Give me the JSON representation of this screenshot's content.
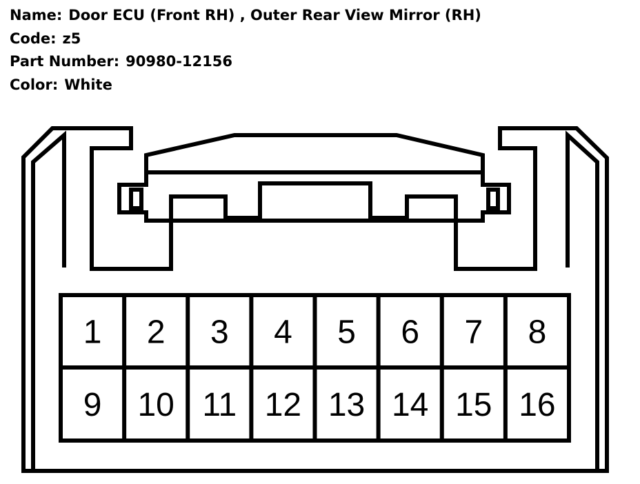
{
  "info": {
    "name_label": "Name:",
    "name_value": "Door ECU (Front RH) , Outer Rear View Mirror (RH)",
    "code_label": "Code:",
    "code_value": "z5",
    "part_label": "Part Number:",
    "part_value": "90980-12156",
    "color_label": "Color:",
    "color_value": "White"
  },
  "connector": {
    "color": "#000000",
    "top_row": [
      "1",
      "2",
      "3",
      "4",
      "5",
      "6",
      "7",
      "8"
    ],
    "bottom_row": [
      "9",
      "10",
      "11",
      "12",
      "13",
      "14",
      "15",
      "16"
    ]
  }
}
